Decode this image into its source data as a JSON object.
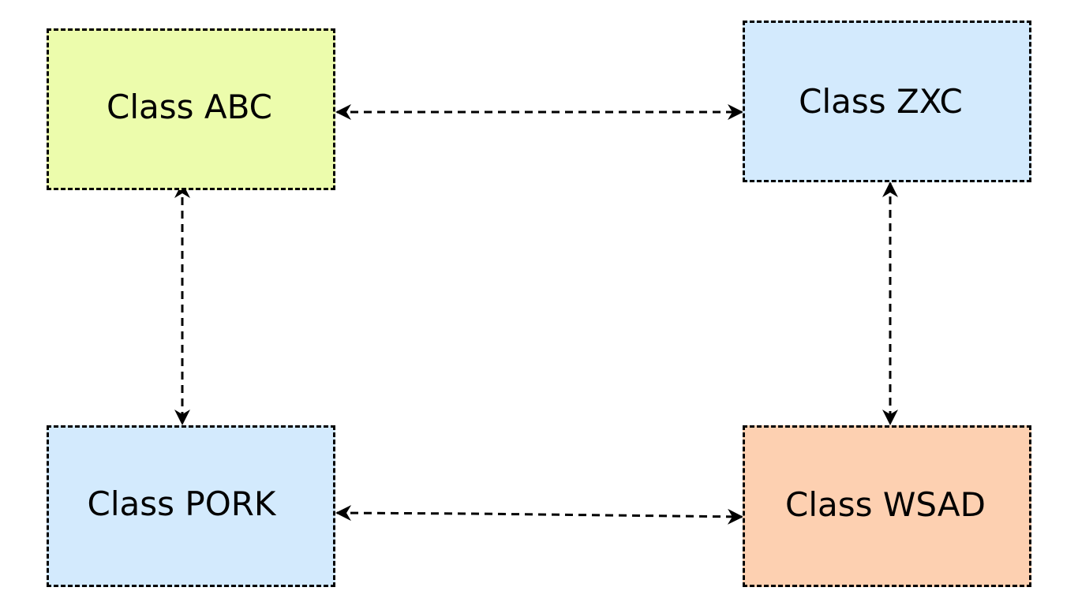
{
  "nodes": {
    "abc": {
      "label": "Class ABC",
      "fill": "#ecfcac"
    },
    "zxc": {
      "label": "Class ZXC",
      "fill": "#d3eafd"
    },
    "pork": {
      "label": "Class PORK",
      "fill": "#d3eafd"
    },
    "wsad": {
      "label": "Class WSAD",
      "fill": "#fdd0b1"
    }
  },
  "edges": [
    {
      "from": "abc",
      "to": "zxc",
      "style": "dashed",
      "arrows": "both"
    },
    {
      "from": "abc",
      "to": "pork",
      "style": "dashed",
      "arrows": "both"
    },
    {
      "from": "zxc",
      "to": "wsad",
      "style": "dashed",
      "arrows": "both"
    },
    {
      "from": "pork",
      "to": "wsad",
      "style": "dashed",
      "arrows": "both"
    }
  ],
  "colors": {
    "border": "#000000",
    "arrow": "#000000",
    "background": "#ffffff"
  }
}
